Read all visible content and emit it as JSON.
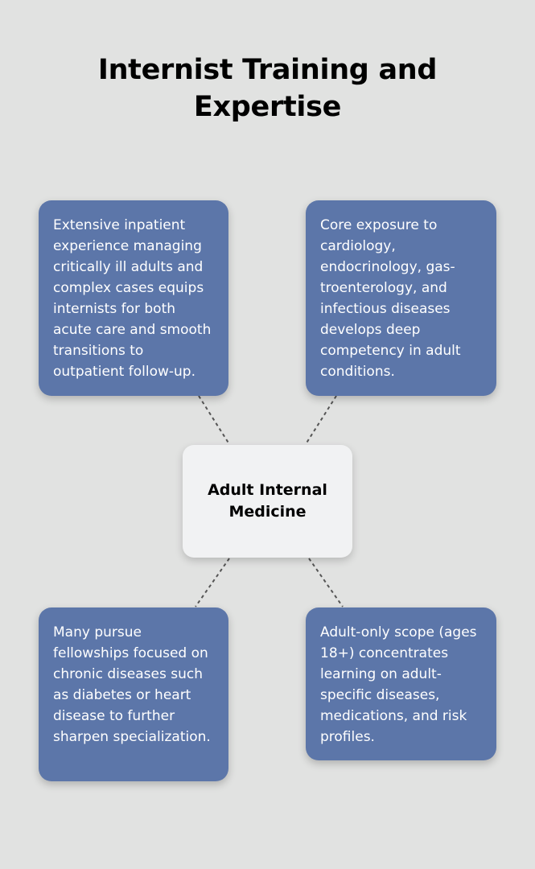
{
  "title": "Internist Training and Expertise",
  "center": {
    "label": "Adult Internal Medicine"
  },
  "cards": [
    {
      "position": "top-left",
      "text": "Extensive inpatient experience managing critically ill adults and complex cases equips internists for both acute care and smooth transitions to outpatient follow-up."
    },
    {
      "position": "top-right",
      "text": "Core exposure to cardiology, endocrinology, gas- troenterology, and infectious diseases develops deep competency in adult conditions."
    },
    {
      "position": "bottom-left",
      "text": "Many pursue fellowships focused on chronic diseases such as diabetes or heart disease to further sharpen specialization."
    },
    {
      "position": "bottom-right",
      "text": "Adult-only scope (ages 18+) concentrates learning on adult-specific diseases, medications, and risk profiles."
    }
  ],
  "colors": {
    "background": "#e1e2e1",
    "card": "#5c76a9",
    "center": "#f1f2f3",
    "connector": "#555555"
  }
}
